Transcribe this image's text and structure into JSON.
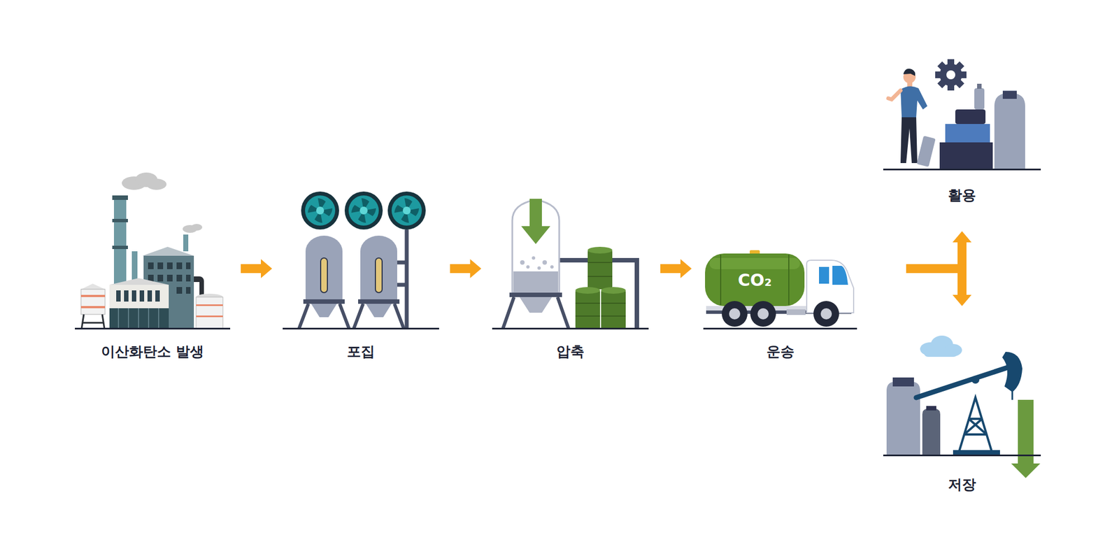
{
  "diagram": {
    "nodes": [
      {
        "text": [
          "이산화탄소 발생"
        ]
      },
      {
        "text": [
          "포집"
        ]
      },
      {
        "text": [
          "압축"
        ]
      },
      {
        "text": [
          "운송"
        ]
      },
      {
        "text": [
          "활용"
        ]
      },
      {
        "text": [
          "저장"
        ]
      }
    ],
    "edges": [
      {
        "from": 0,
        "to": 1,
        "arrow": "to"
      },
      {
        "from": 1,
        "to": 2,
        "arrow": "to"
      },
      {
        "from": 2,
        "to": 3,
        "arrow": "to"
      },
      {
        "from": 3,
        "to": 4,
        "arrow": "to"
      },
      {
        "from": 3,
        "to": 5,
        "arrow": "to"
      }
    ],
    "labels": [
      "CO₂"
    ]
  }
}
